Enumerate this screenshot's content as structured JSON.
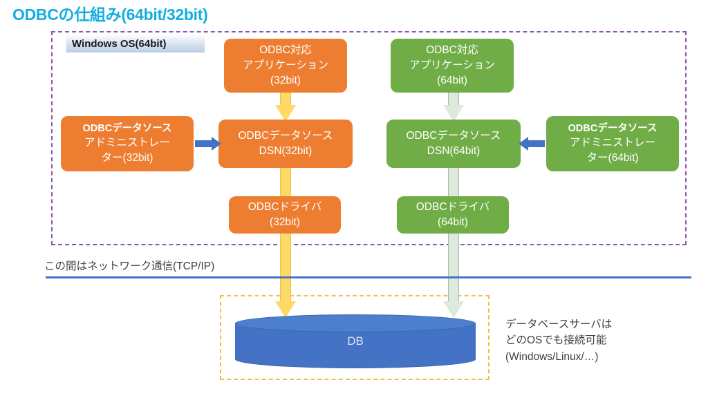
{
  "title": "ODBCの仕組み(64bit/32bit)",
  "colors": {
    "title": "#13aee0",
    "orange": "#ED7D31",
    "green": "#70AD47",
    "blue_arrow": "#4472C4",
    "gold_arrow": "#FFD966",
    "pale_arrow": "#DCE9DC",
    "os_border": "#8a56b0",
    "db_border": "#E8C24A",
    "db_fill": "#4472C4"
  },
  "os_container": {
    "label": "Windows OS(64bit)"
  },
  "nodes": {
    "app32": {
      "line1": "ODBC対応",
      "line2": "アプリケーション",
      "line3": "(32bit)"
    },
    "app64": {
      "line1": "ODBC対応",
      "line2": "アプリケーション",
      "line3": "(64bit)"
    },
    "dsn32": {
      "line1": "ODBCデータソース",
      "line2": "DSN(32bit)"
    },
    "dsn64": {
      "line1": "ODBCデータソース",
      "line2": "DSN(64bit)"
    },
    "admin32": {
      "line1": "ODBCデータソース",
      "line2": "アドミニストレー",
      "line3": "ター(32bit)"
    },
    "admin64": {
      "line1": "ODBCデータソース",
      "line2": "アドミニストレー",
      "line3": "ター(64bit)"
    },
    "driver32": {
      "line1": "ODBCドライバ",
      "line2": "(32bit)"
    },
    "driver64": {
      "line1": "ODBCドライバ",
      "line2": "(64bit)"
    }
  },
  "network": {
    "caption": "この間はネットワーク通信(TCP/IP)"
  },
  "database": {
    "label": "DB",
    "note_line1": "データベースサーバは",
    "note_line2": "どのOSでも接続可能",
    "note_line3": "(Windows/Linux/…)"
  }
}
